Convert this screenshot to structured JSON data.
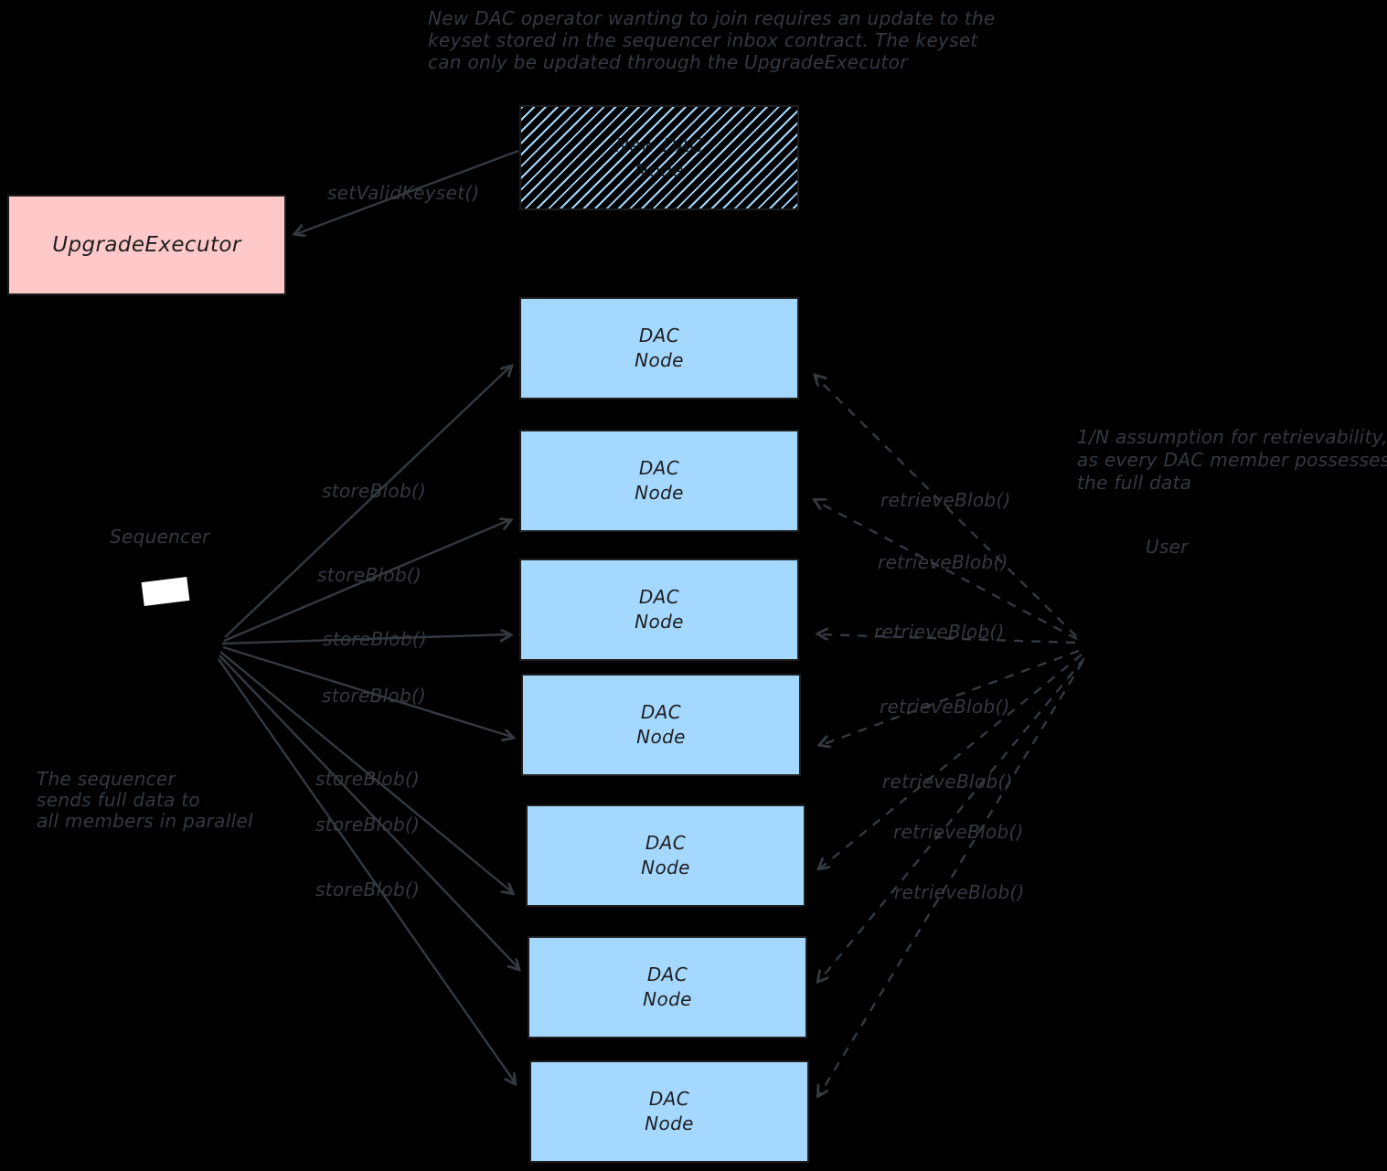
{
  "colors": {
    "background": "#000000",
    "dac_node_fill": "#a5d8ff",
    "upgrade_executor_fill": "#ffc9c9",
    "box_stroke": "#1e1e1e",
    "annotation": "#343a40",
    "sequencer_icon_screen": "#ffffff"
  },
  "top_note": {
    "lines": [
      "New DAC operator wanting to join requires an update to the",
      "keyset stored in the sequencer inbox contract. The keyset",
      "can only be updated through the UpgradeExecutor"
    ]
  },
  "new_dac_node": {
    "line1": "New DAC",
    "line2": "Node"
  },
  "upgrade_executor": {
    "label": "UpgradeExecutor"
  },
  "arrows": {
    "set_valid_keyset": "setValidKeyset()",
    "store_blob": [
      "storeBlob()",
      "storeBlob()",
      "storeBlob()",
      "storeBlob()",
      "storeBlob()",
      "storeBlob()",
      "storeBlob()"
    ],
    "retrieve_blob": [
      "retrieveBlob()",
      "retrieveBlob()",
      "retrieveBlob()",
      "retrieveBlob()",
      "retrieveBlob()",
      "retrieveBlob()",
      "retrieveBlob()"
    ]
  },
  "sequencer": {
    "label": "Sequencer",
    "note_lines": [
      "The sequencer",
      "sends full data to",
      "all members in parallel"
    ]
  },
  "user": {
    "label": "User",
    "note_lines": [
      "1/N assumption for retrievability,",
      "as every DAC member possesses",
      "the full data"
    ]
  },
  "dac_nodes": [
    {
      "line1": "DAC",
      "line2": "Node"
    },
    {
      "line1": "DAC",
      "line2": "Node"
    },
    {
      "line1": "DAC",
      "line2": "Node"
    },
    {
      "line1": "DAC",
      "line2": "Node"
    },
    {
      "line1": "DAC",
      "line2": "Node"
    },
    {
      "line1": "DAC",
      "line2": "Node"
    },
    {
      "line1": "DAC",
      "line2": "Node"
    }
  ]
}
